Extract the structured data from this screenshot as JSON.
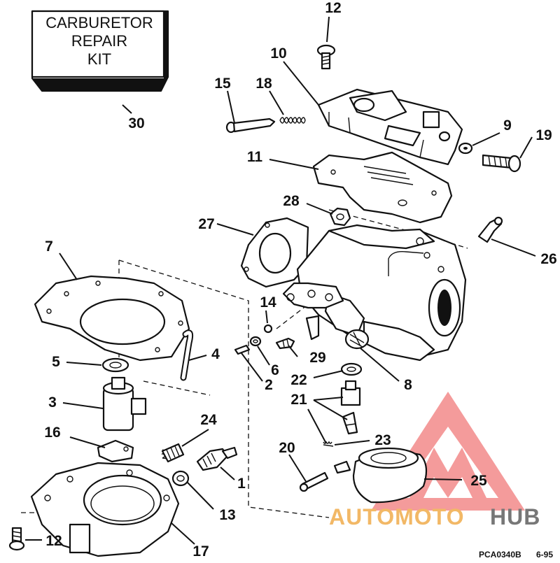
{
  "kit_box": {
    "line1": "CARBURETOR",
    "line2": "REPAIR",
    "line3": "KIT"
  },
  "callouts": {
    "c12a": "12",
    "c10": "10",
    "c15": "15",
    "c18": "18",
    "c30": "30",
    "c9": "9",
    "c19": "19",
    "c11": "11",
    "c28": "28",
    "c27": "27",
    "c26": "26",
    "c7": "7",
    "c14": "14",
    "c4": "4",
    "c5": "5",
    "c6": "6",
    "c29": "29",
    "c2": "2",
    "c22": "22",
    "c8": "8",
    "c3": "3",
    "c21": "21",
    "c24": "24",
    "c16": "16",
    "c23": "23",
    "c20": "20",
    "c1": "1",
    "c25": "25",
    "c13": "13",
    "c12b": "12",
    "c17": "17"
  },
  "footer": {
    "code": "PCA0340B",
    "date": "6-95"
  },
  "watermark": {
    "auto": "AUTOMOTO",
    "hub": "HUB",
    "accent_color": "#f28a8a",
    "dark_color": "#777777"
  }
}
